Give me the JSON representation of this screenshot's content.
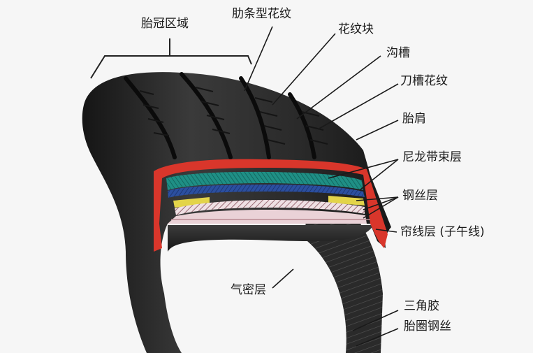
{
  "labels": {
    "crown_zone": "胎冠区域",
    "rib_pattern": "肋条型花纹",
    "tread_block": "花纹块",
    "groove": "沟槽",
    "sipe": "刀槽花纹",
    "shoulder": "胎肩",
    "nylon_cap_ply": "尼龙带束层",
    "steel_belt": "钢丝层",
    "body_ply": "帘线层 (子午线)",
    "inner_liner": "气密层",
    "bead_filler": "三角胶",
    "bead_wire": "胎圈钢丝"
  },
  "colors": {
    "tread": "#2b2b2b",
    "rubber_red": "#d9362b",
    "nylon_teal": "#1f8f85",
    "nylon_blue": "#2b4fa0",
    "steel_yellow": "#e3d44a",
    "ply_pink": "#e2a9b2"
  }
}
